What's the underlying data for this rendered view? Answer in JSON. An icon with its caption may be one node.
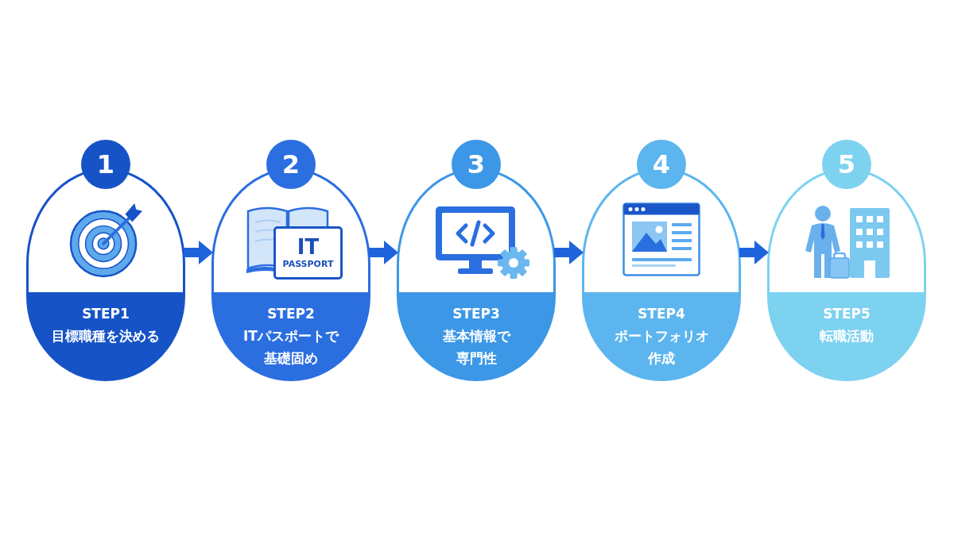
{
  "diagram": {
    "nodes": [
      {
        "text": [
          "1",
          "STEP1",
          "目標職種を決める"
        ]
      },
      {
        "text": [
          "2",
          "STEP2",
          "ITパスポートで基礎固め"
        ]
      },
      {
        "text": [
          "3",
          "STEP3",
          "基本情報で専門性"
        ]
      },
      {
        "text": [
          "4",
          "STEP4",
          "ポートフォリオ作成"
        ]
      },
      {
        "text": [
          "5",
          "STEP5",
          "転職活動"
        ]
      }
    ],
    "edges": [
      {
        "from": 0,
        "to": 1,
        "arrow": "to"
      },
      {
        "from": 1,
        "to": 2,
        "arrow": "to"
      },
      {
        "from": 2,
        "to": 3,
        "arrow": "to"
      },
      {
        "from": 3,
        "to": 4,
        "arrow": "to"
      }
    ],
    "labels": [
      "IT",
      "PASSPORT"
    ]
  }
}
